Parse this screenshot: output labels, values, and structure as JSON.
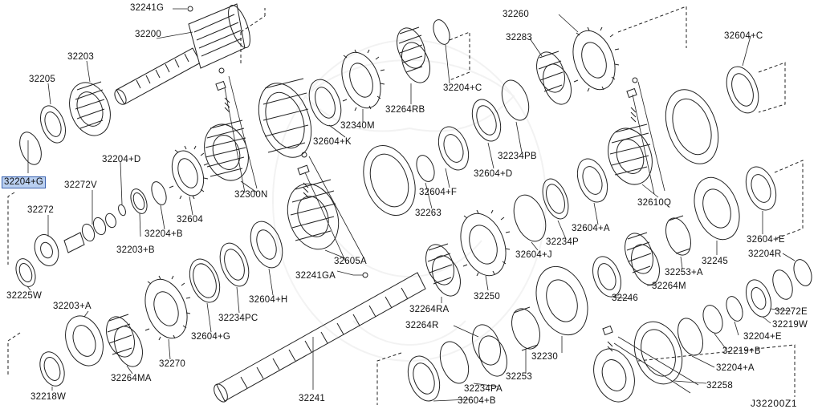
{
  "diagram_code": "J32200Z1",
  "highlight_color": "#b9cff0",
  "parts": [
    {
      "id": "p-32241G",
      "label": "32241G"
    },
    {
      "id": "p-32200",
      "label": "32200"
    },
    {
      "id": "p-32203",
      "label": "32203"
    },
    {
      "id": "p-32205",
      "label": "32205"
    },
    {
      "id": "p-32204G",
      "label": "32204+G",
      "highlighted": true
    },
    {
      "id": "p-32204D",
      "label": "32204+D"
    },
    {
      "id": "p-32272V",
      "label": "32272V"
    },
    {
      "id": "p-32272",
      "label": "32272"
    },
    {
      "id": "p-32204B",
      "label": "32204+B"
    },
    {
      "id": "p-32203B",
      "label": "32203+B"
    },
    {
      "id": "p-32225W",
      "label": "32225W"
    },
    {
      "id": "p-32203A",
      "label": "32203+A"
    },
    {
      "id": "p-32218W",
      "label": "32218W"
    },
    {
      "id": "p-32264MA",
      "label": "32264MA"
    },
    {
      "id": "p-32270",
      "label": "32270"
    },
    {
      "id": "p-32604G",
      "label": "32604+G"
    },
    {
      "id": "p-32234PC",
      "label": "32234PC"
    },
    {
      "id": "p-32604H",
      "label": "32604+H"
    },
    {
      "id": "p-32604",
      "label": "32604"
    },
    {
      "id": "p-32300N",
      "label": "32300N"
    },
    {
      "id": "p-32604K",
      "label": "32604+K"
    },
    {
      "id": "p-32340M",
      "label": "32340M"
    },
    {
      "id": "p-32264RB",
      "label": "32264RB"
    },
    {
      "id": "p-32204C",
      "label": "32204+C"
    },
    {
      "id": "p-32241GA",
      "label": "32241GA"
    },
    {
      "id": "p-32605A",
      "label": "32605A"
    },
    {
      "id": "p-32604F",
      "label": "32604+F"
    },
    {
      "id": "p-32263",
      "label": "32263"
    },
    {
      "id": "p-32241",
      "label": "32241"
    },
    {
      "id": "p-32264RA",
      "label": "32264RA"
    },
    {
      "id": "p-32250",
      "label": "32250"
    },
    {
      "id": "p-32264R",
      "label": "32264R"
    },
    {
      "id": "p-32253",
      "label": "32253"
    },
    {
      "id": "p-32234PA",
      "label": "32234PA"
    },
    {
      "id": "p-32604B",
      "label": "32604+B"
    },
    {
      "id": "p-32230",
      "label": "32230"
    },
    {
      "id": "p-32260",
      "label": "32260"
    },
    {
      "id": "p-32283",
      "label": "32283"
    },
    {
      "id": "p-32234PB",
      "label": "32234PB"
    },
    {
      "id": "p-32604D",
      "label": "32604+D"
    },
    {
      "id": "p-32604J",
      "label": "32604+J"
    },
    {
      "id": "p-32234P",
      "label": "32234P"
    },
    {
      "id": "p-32604A",
      "label": "32604+A"
    },
    {
      "id": "p-32610Q",
      "label": "32610Q"
    },
    {
      "id": "p-32604C",
      "label": "32604+C"
    },
    {
      "id": "p-32604E",
      "label": "32604+E"
    },
    {
      "id": "p-32245",
      "label": "32245"
    },
    {
      "id": "p-32253A",
      "label": "32253+A"
    },
    {
      "id": "p-32264M",
      "label": "32264M"
    },
    {
      "id": "p-32246",
      "label": "32246"
    },
    {
      "id": "p-32204R",
      "label": "32204R"
    },
    {
      "id": "p-32272E",
      "label": "32272E"
    },
    {
      "id": "p-32219W",
      "label": "32219W"
    },
    {
      "id": "p-32204E",
      "label": "32204+E"
    },
    {
      "id": "p-32219B",
      "label": "32219+B"
    },
    {
      "id": "p-32204A",
      "label": "32204+A"
    },
    {
      "id": "p-32258",
      "label": "32258"
    }
  ]
}
